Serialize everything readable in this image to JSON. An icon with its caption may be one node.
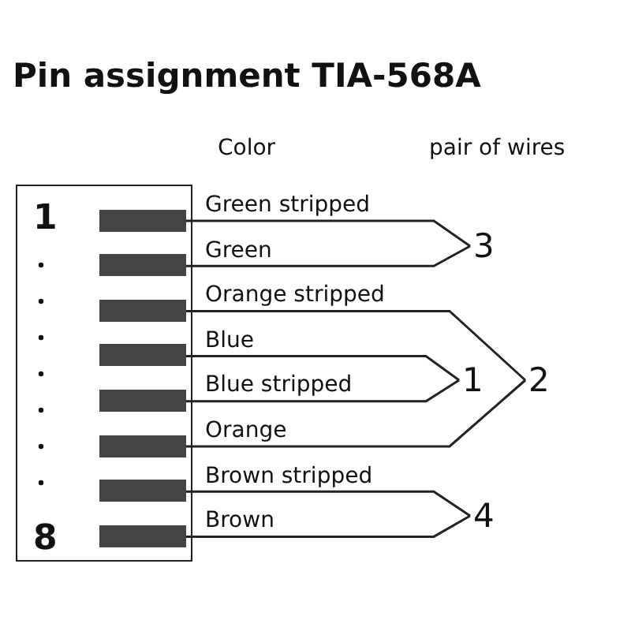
{
  "diagram": {
    "title": "Pin assignment TIA-568A",
    "nodes": [
      {
        "text": [
          "1",
          "8"
        ]
      },
      {
        "text": [],
        "shape": "bar",
        "in": 0
      },
      {
        "text": [],
        "shape": "bar",
        "in": 0
      },
      {
        "text": [],
        "shape": "bar",
        "in": 0
      },
      {
        "text": [],
        "shape": "bar",
        "in": 0
      },
      {
        "text": [],
        "shape": "bar",
        "in": 0
      },
      {
        "text": [],
        "shape": "bar",
        "in": 0
      },
      {
        "text": [],
        "shape": "bar",
        "in": 0
      },
      {
        "text": [],
        "shape": "bar",
        "in": 0
      },
      {
        "text": [
          "3"
        ]
      },
      {
        "text": [
          "1"
        ]
      },
      {
        "text": [
          "2"
        ]
      },
      {
        "text": [
          "4"
        ]
      }
    ],
    "edges": [
      {
        "from": 1,
        "to": 9,
        "arrow": "none",
        "label": "Green stripped"
      },
      {
        "from": 2,
        "to": 9,
        "arrow": "none",
        "label": "Green"
      },
      {
        "from": 3,
        "to": 11,
        "arrow": "none",
        "label": "Orange stripped"
      },
      {
        "from": 4,
        "to": 10,
        "arrow": "none",
        "label": "Blue"
      },
      {
        "from": 5,
        "to": 10,
        "arrow": "none",
        "label": "Blue stripped"
      },
      {
        "from": 6,
        "to": 11,
        "arrow": "none",
        "label": "Orange"
      },
      {
        "from": 7,
        "to": 12,
        "arrow": "none",
        "label": "Brown stripped"
      },
      {
        "from": 8,
        "to": 12,
        "arrow": "none",
        "label": "Brown"
      }
    ],
    "labels": [
      "Color",
      "pair of wires"
    ]
  }
}
